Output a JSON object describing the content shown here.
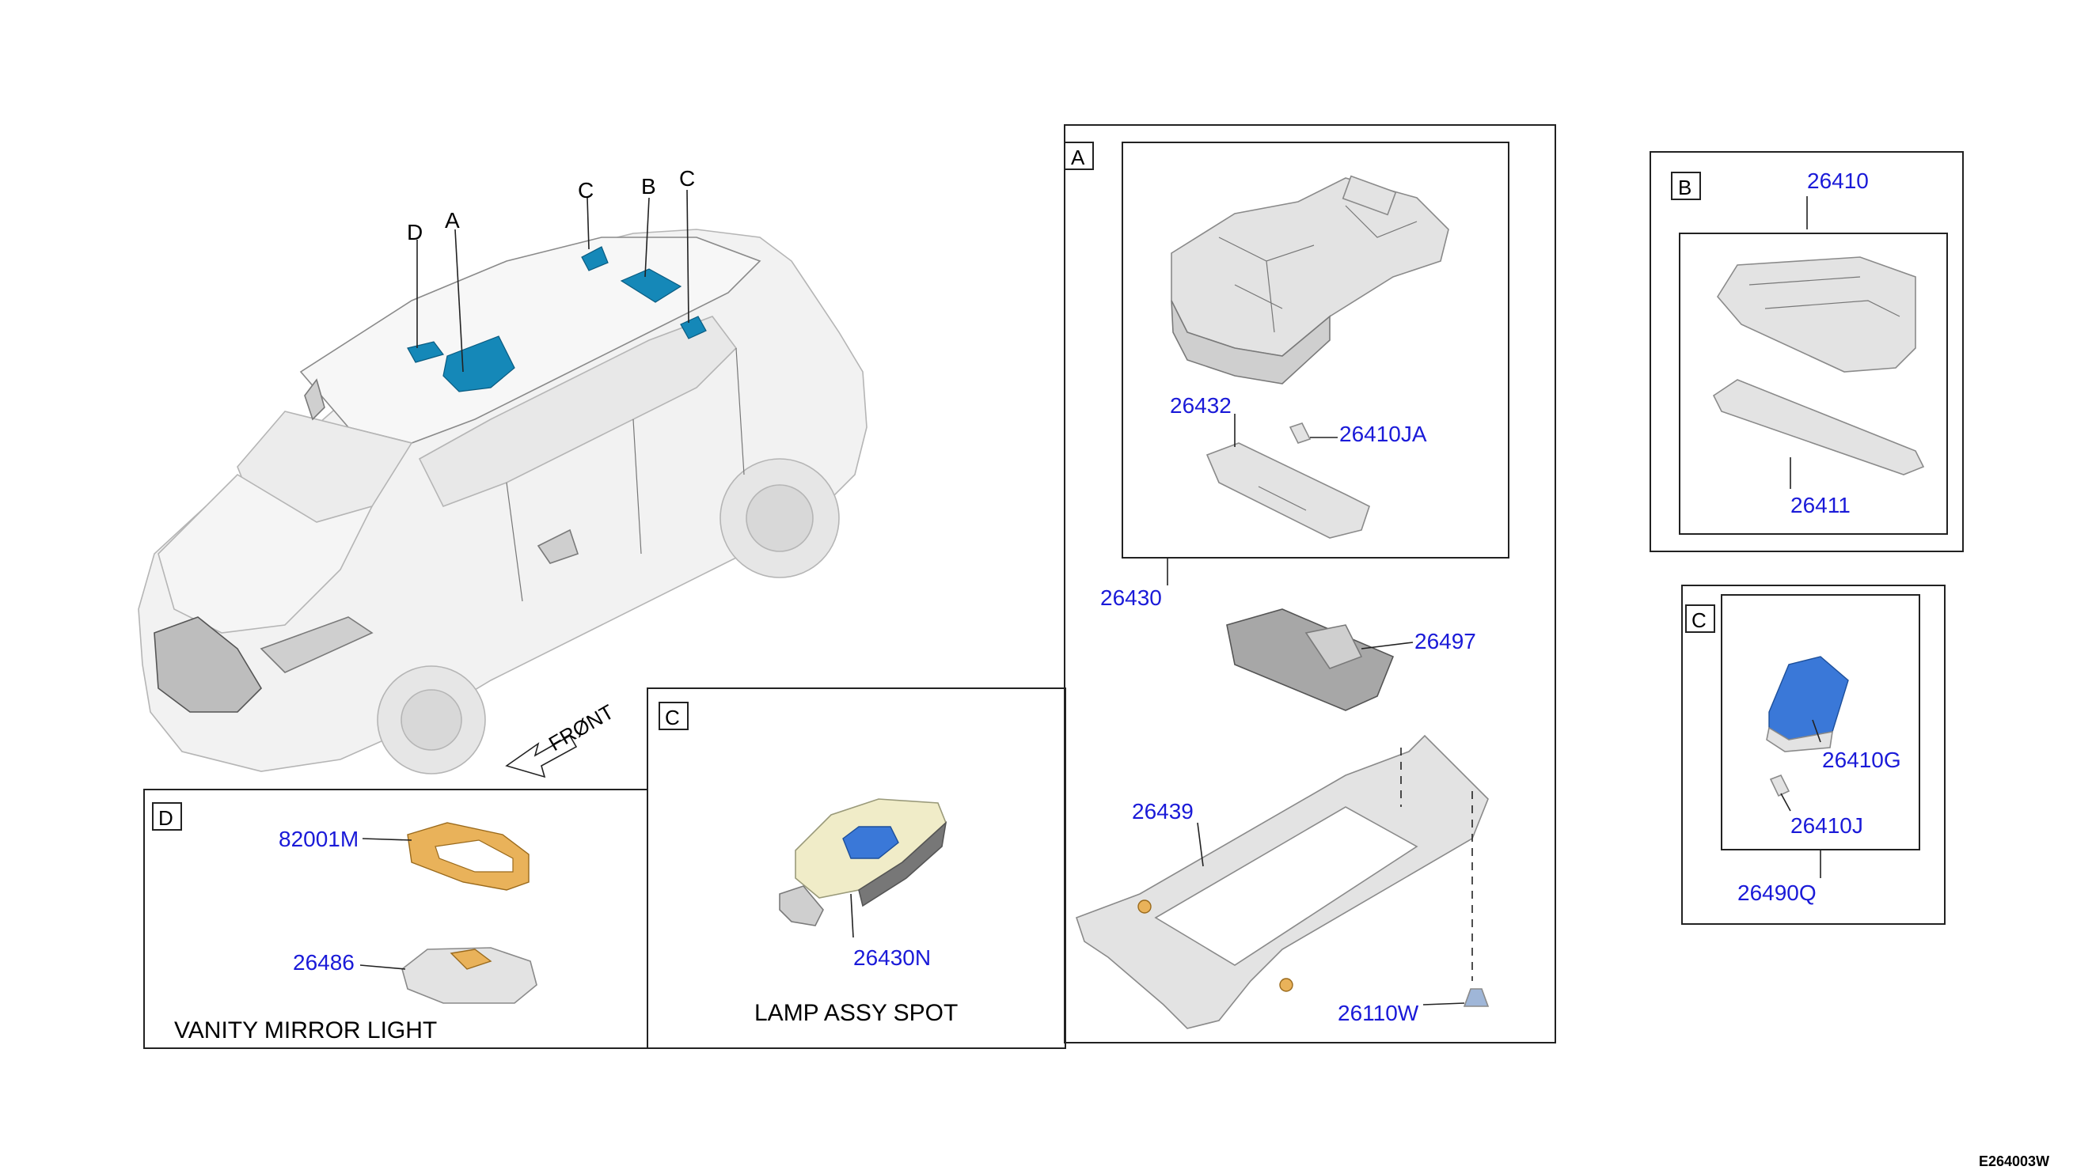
{
  "vehicle": {
    "location_letters": [
      "D",
      "A",
      "C",
      "B",
      "C"
    ],
    "front_label": "FRØNT"
  },
  "panel_A": {
    "letter": "A",
    "parts": {
      "p26432": "26432",
      "p26410JA": "26410JA",
      "p26430": "26430",
      "p26497": "26497",
      "p26439": "26439",
      "p26110W": "26110W"
    }
  },
  "panel_B": {
    "letter": "B",
    "parts": {
      "p26410": "26410",
      "p26411": "26411"
    }
  },
  "panel_C_right": {
    "letter": "C",
    "parts": {
      "p26410G": "26410G",
      "p26410J": "26410J",
      "p26490Q": "26490Q"
    }
  },
  "panel_C_center": {
    "letter": "C",
    "parts": {
      "p26430N": "26430N"
    },
    "caption": "LAMP ASSY SPOT"
  },
  "panel_D": {
    "letter": "D",
    "parts": {
      "p82001M": "82001M",
      "p26486": "26486"
    },
    "caption": "VANITY MIRROR LIGHT"
  },
  "figure_code": "E264003W",
  "colors": {
    "part_number": "#1a1ad8",
    "highlight": "#1588b8",
    "gasket": "#e9b25a",
    "lens": "#3a78d8"
  }
}
